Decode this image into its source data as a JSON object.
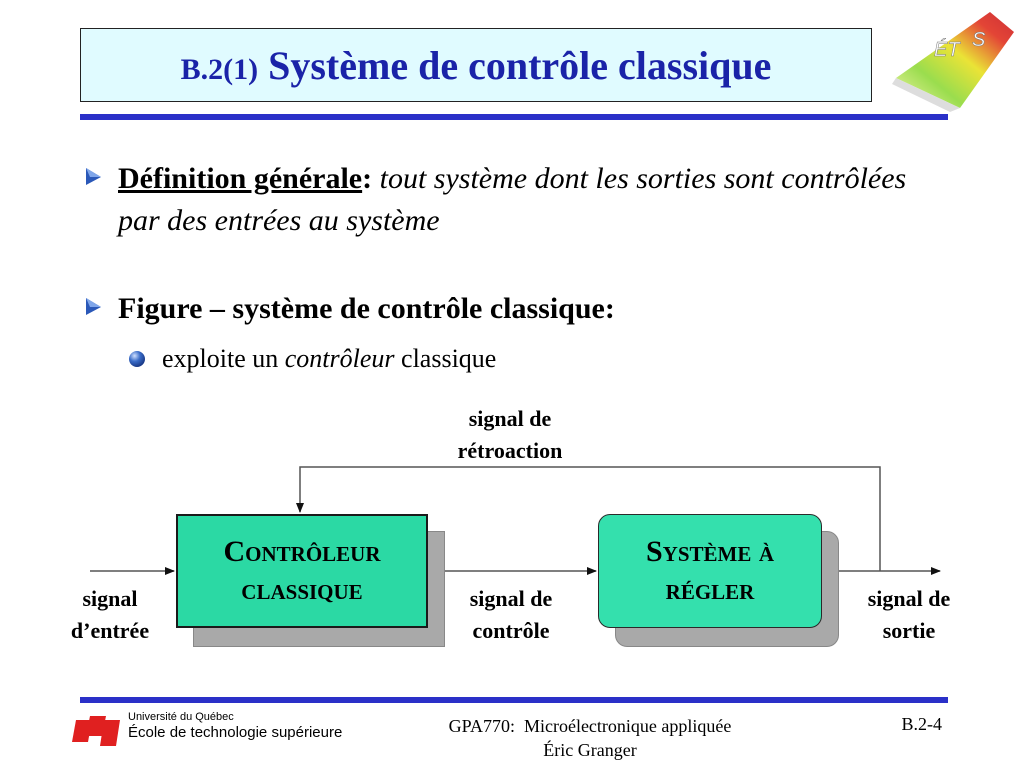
{
  "slide": {
    "title_prefix": "B.2(1)",
    "title": "Système de contrôle classique"
  },
  "bullets": [
    {
      "heading": "Définition générale",
      "colon": ":",
      "body": "tout système dont les sorties sont contrôlées par des entrées au système"
    },
    {
      "heading": "Figure – système de contrôle classique:"
    }
  ],
  "sub_bullet": {
    "before": "exploite un",
    "emphasis": "contrôleur",
    "after": "classique"
  },
  "diagram": {
    "feedback_label": [
      "signal de",
      "rétroaction"
    ],
    "input_label": [
      "signal",
      "d’entrée"
    ],
    "control_label": [
      "signal de",
      "contrôle"
    ],
    "output_label": [
      "signal de",
      "sortie"
    ],
    "controller_block": [
      "Contrôleur",
      "classique"
    ],
    "system_block": [
      "Système à",
      "régler"
    ]
  },
  "footer": {
    "university": "Université du Québec",
    "school": "École de technologie supérieure",
    "course": "GPA770:  Microélectronique appliquée",
    "author": "Éric Granger",
    "page": "B.2-4"
  },
  "colors": {
    "title_text": "#1a23a8",
    "title_bg": "#e0fbff",
    "rule": "#2a30c8",
    "block_fill": "#2bd9a4",
    "bullet_blue": "#2a58b8",
    "footer_logo": "#e02020"
  },
  "icons": {
    "main_bullet": "arrow-bullet-icon",
    "sub_bullet": "ball-bullet-icon",
    "logo": "ets-logo-icon"
  }
}
